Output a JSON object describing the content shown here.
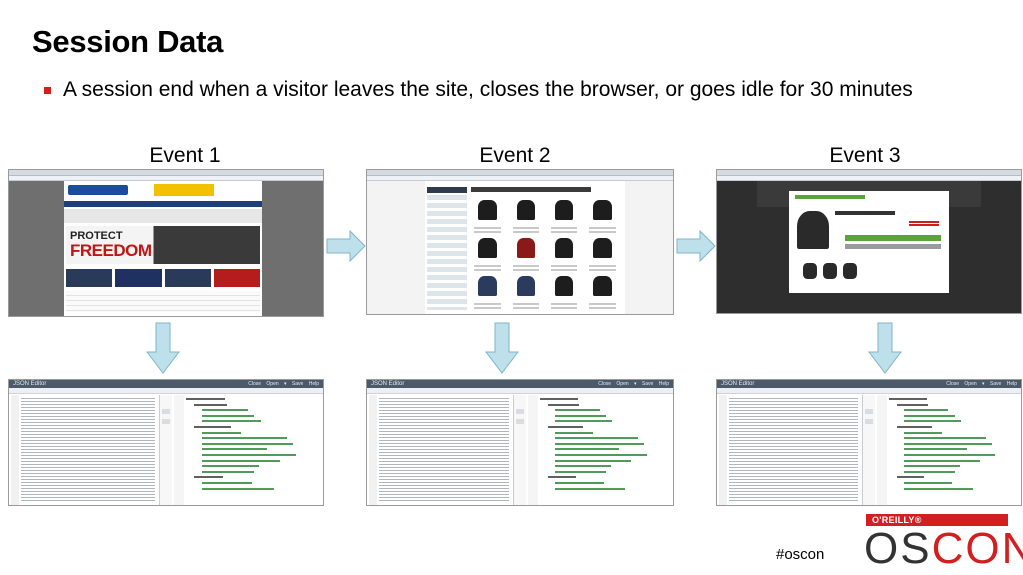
{
  "slide": {
    "title": "Session Data",
    "bullet": "A session end when a visitor leaves the site, closes the browser, or goes idle for 30 minutes"
  },
  "events": [
    {
      "label": "Event 1",
      "screenshot": "site-homepage-hero-freedom"
    },
    {
      "label": "Event 2",
      "screenshot": "product-category-grid-jackets"
    },
    {
      "label": "Event 3",
      "screenshot": "add-to-cart-modal"
    }
  ],
  "site1": {
    "hero_line1": "PROTECT",
    "hero_line2": "FREEDOM"
  },
  "json_editor": {
    "title": "JSON Editor",
    "menu": "Close Open ▾ Save Help"
  },
  "footer": {
    "hashtag": "#oscon",
    "logo_publisher": "O'REILLY®",
    "logo_word_part1": "OS",
    "logo_word_part2": "CON"
  },
  "colors": {
    "bullet": "#d21f1f",
    "arrow_fill": "#bde0ea",
    "arrow_stroke": "#7fb6c9",
    "logo_red": "#d21f1f"
  }
}
